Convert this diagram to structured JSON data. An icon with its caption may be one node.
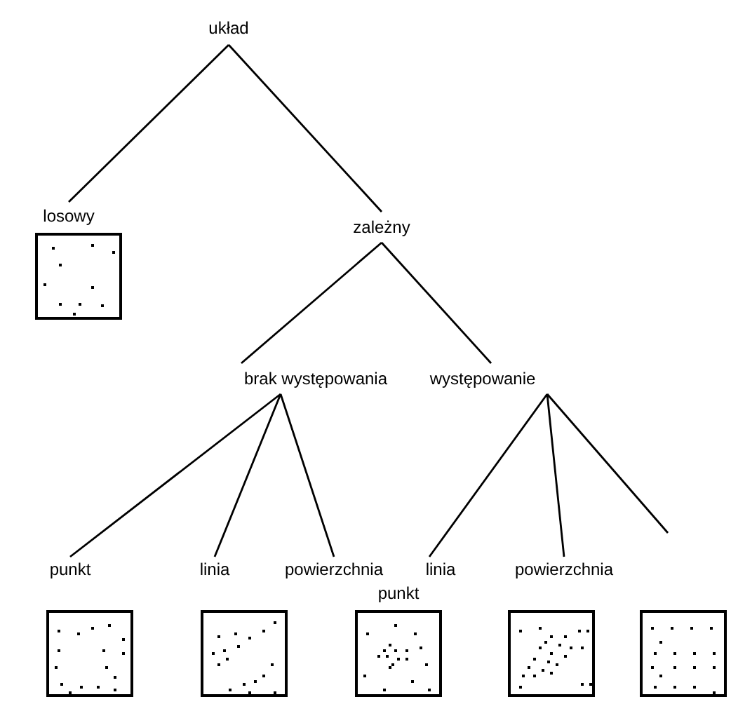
{
  "diagram": {
    "nodes": [
      {
        "text": [
          "układ"
        ]
      },
      {
        "text": [
          "losowy"
        ]
      },
      {
        "text": [],
        "shape": "picture"
      },
      {
        "text": [
          "zależny"
        ]
      },
      {
        "text": [
          "brak występowania"
        ]
      },
      {
        "text": [
          "występowanie"
        ]
      },
      {
        "text": [
          "punkt"
        ]
      },
      {
        "text": [
          "linia"
        ]
      },
      {
        "text": [
          "powierzchnia"
        ]
      },
      {
        "text": [
          "linia"
        ]
      },
      {
        "text": [
          "powierzchnia"
        ]
      },
      {
        "text": [],
        "shape": "picture"
      },
      {
        "text": [],
        "shape": "picture"
      },
      {
        "text": [],
        "shape": "picture",
        "beside": [
          "punkt"
        ]
      },
      {
        "text": [],
        "shape": "picture"
      },
      {
        "text": [],
        "shape": "picture"
      }
    ],
    "edges": [
      {
        "from": 0,
        "to": 1,
        "arrow": "none"
      },
      {
        "from": 0,
        "to": 3,
        "arrow": "none"
      },
      {
        "from": 3,
        "to": 4,
        "arrow": "none"
      },
      {
        "from": 3,
        "to": 5,
        "arrow": "none"
      },
      {
        "from": 4,
        "to": 6,
        "arrow": "none"
      },
      {
        "from": 4,
        "to": 7,
        "arrow": "none"
      },
      {
        "from": 4,
        "to": 8,
        "arrow": "none"
      },
      {
        "from": 5,
        "to": 9,
        "arrow": "none"
      },
      {
        "from": 5,
        "to": 10,
        "arrow": "none"
      },
      {
        "from": 5,
        "to": null,
        "arrow": "none"
      }
    ]
  }
}
